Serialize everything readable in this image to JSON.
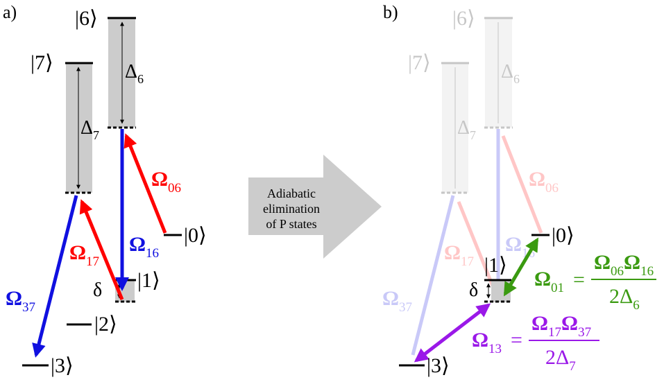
{
  "panels": {
    "a": {
      "label": "a)",
      "levels": {
        "l6": "|6⟩",
        "l7": "|7⟩",
        "l0": "|0⟩",
        "l1": "|1⟩",
        "l2": "|2⟩",
        "l3": "|3⟩"
      },
      "detunings": {
        "d6": "Δ",
        "d6_sub": "6",
        "d7": "Δ",
        "d7_sub": "7",
        "delta": "δ"
      },
      "couplings": {
        "o06": "Ω",
        "o06_sub": "06",
        "o17": "Ω",
        "o17_sub": "17",
        "o16": "Ω",
        "o16_sub": "16",
        "o37": "Ω",
        "o37_sub": "37"
      }
    },
    "b": {
      "label": "b)",
      "levels": {
        "l6": "|6⟩",
        "l7": "|7⟩",
        "l0": "|0⟩",
        "l1": "|1⟩",
        "l3": "|3⟩"
      },
      "detunings": {
        "d6": "Δ",
        "d6_sub": "6",
        "d7": "Δ",
        "d7_sub": "7",
        "delta": "δ"
      },
      "faded_couplings": {
        "o06": "Ω",
        "o06_sub": "06",
        "o17": "Ω",
        "o17_sub": "17",
        "o16": "Ω",
        "o16_sub": "16",
        "o37": "Ω",
        "o37_sub": "37"
      },
      "effective": {
        "o01": {
          "lhs": "Ω",
          "lhs_sub": "01",
          "eq": "=",
          "num_a": "Ω",
          "num_a_sub": "06",
          "num_b": "Ω",
          "num_b_sub": "16",
          "den": "2Δ",
          "den_sub": "6"
        },
        "o13": {
          "lhs": "Ω",
          "lhs_sub": "13",
          "eq": "=",
          "num_a": "Ω",
          "num_a_sub": "17",
          "num_b": "Ω",
          "num_b_sub": "37",
          "den": "2Δ",
          "den_sub": "7"
        }
      }
    }
  },
  "transition_arrow": {
    "line1": "Adiabatic",
    "line2": "elimination",
    "line3": "of P states"
  },
  "colors": {
    "red": "#ff0000",
    "blue": "#1010e0",
    "green": "#3a9a10",
    "purple": "#9a18e8",
    "gray_box": "#cccccc",
    "arrow_gray": "#cccccc"
  }
}
